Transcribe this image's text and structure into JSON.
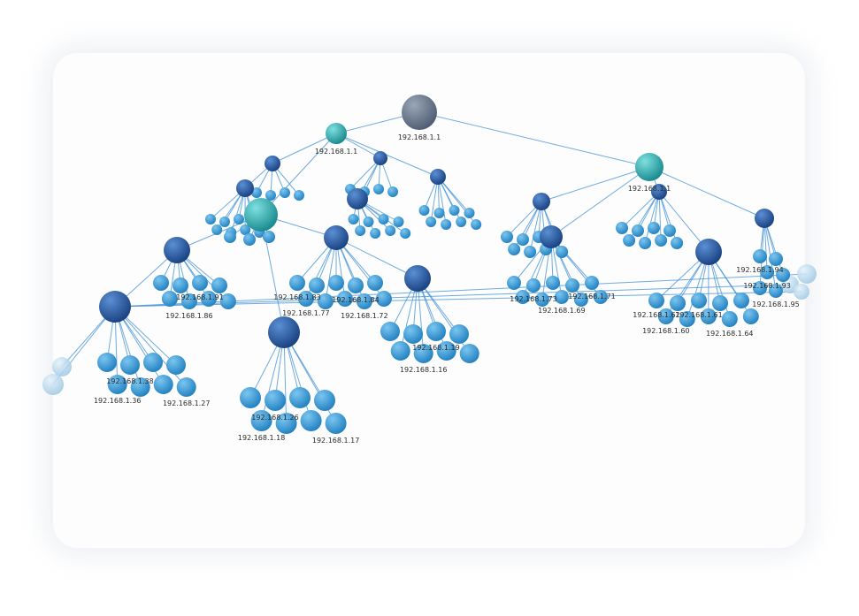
{
  "graph": {
    "colors": {
      "root": "#5d6b82",
      "router": "#1f9ea3",
      "switch": "#1d4f93",
      "host": "#2a93d1",
      "faded_host": "#a9cfe6",
      "edge": "#3f8fd6"
    },
    "nodes": [
      {
        "id": "root",
        "label": "192.168.1.1",
        "kind": "root"
      },
      {
        "id": "r1",
        "label": "192.168.1.1",
        "kind": "router"
      },
      {
        "id": "r2",
        "label": "192.168.1.1",
        "kind": "router"
      },
      {
        "id": "r3",
        "label": "",
        "kind": "router"
      },
      {
        "id": "sA",
        "label": "",
        "kind": "switch"
      },
      {
        "id": "sB",
        "label": "",
        "kind": "switch"
      },
      {
        "id": "sC",
        "label": "",
        "kind": "switch"
      },
      {
        "id": "sD",
        "label": "",
        "kind": "switch"
      },
      {
        "id": "sE",
        "label": "",
        "kind": "switch"
      },
      {
        "id": "sF",
        "label": "",
        "kind": "switch"
      },
      {
        "id": "sG",
        "label": "",
        "kind": "switch"
      },
      {
        "id": "sH",
        "label": "",
        "kind": "switch"
      },
      {
        "id": "sI",
        "label": "",
        "kind": "switch"
      },
      {
        "id": "sJ",
        "label": "",
        "kind": "switch"
      },
      {
        "id": "sK",
        "label": "",
        "kind": "switch"
      },
      {
        "id": "sL",
        "label": "",
        "kind": "switch"
      },
      {
        "id": "sM",
        "label": "",
        "kind": "switch"
      },
      {
        "id": "sN",
        "label": "",
        "kind": "switch"
      }
    ],
    "host_labels": [
      "192.168.1.94",
      "192.168.1.93",
      "192.168.1.95",
      "192.168.1.91",
      "192.168.1.86",
      "192.168.1.83",
      "192.168.1.84",
      "192.168.1.77",
      "192.168.1.72",
      "192.168.1.73",
      "192.168.1.71",
      "192.168.1.69",
      "192.168.1.62",
      "192.168.1.61",
      "192.168.1.60",
      "192.168.1.64",
      "192.168.1.38",
      "192.168.1.36",
      "192.168.1.27",
      "192.168.1.26",
      "192.168.1.18",
      "192.168.1.17",
      "192.168.1.19",
      "192.168.1.16"
    ]
  }
}
